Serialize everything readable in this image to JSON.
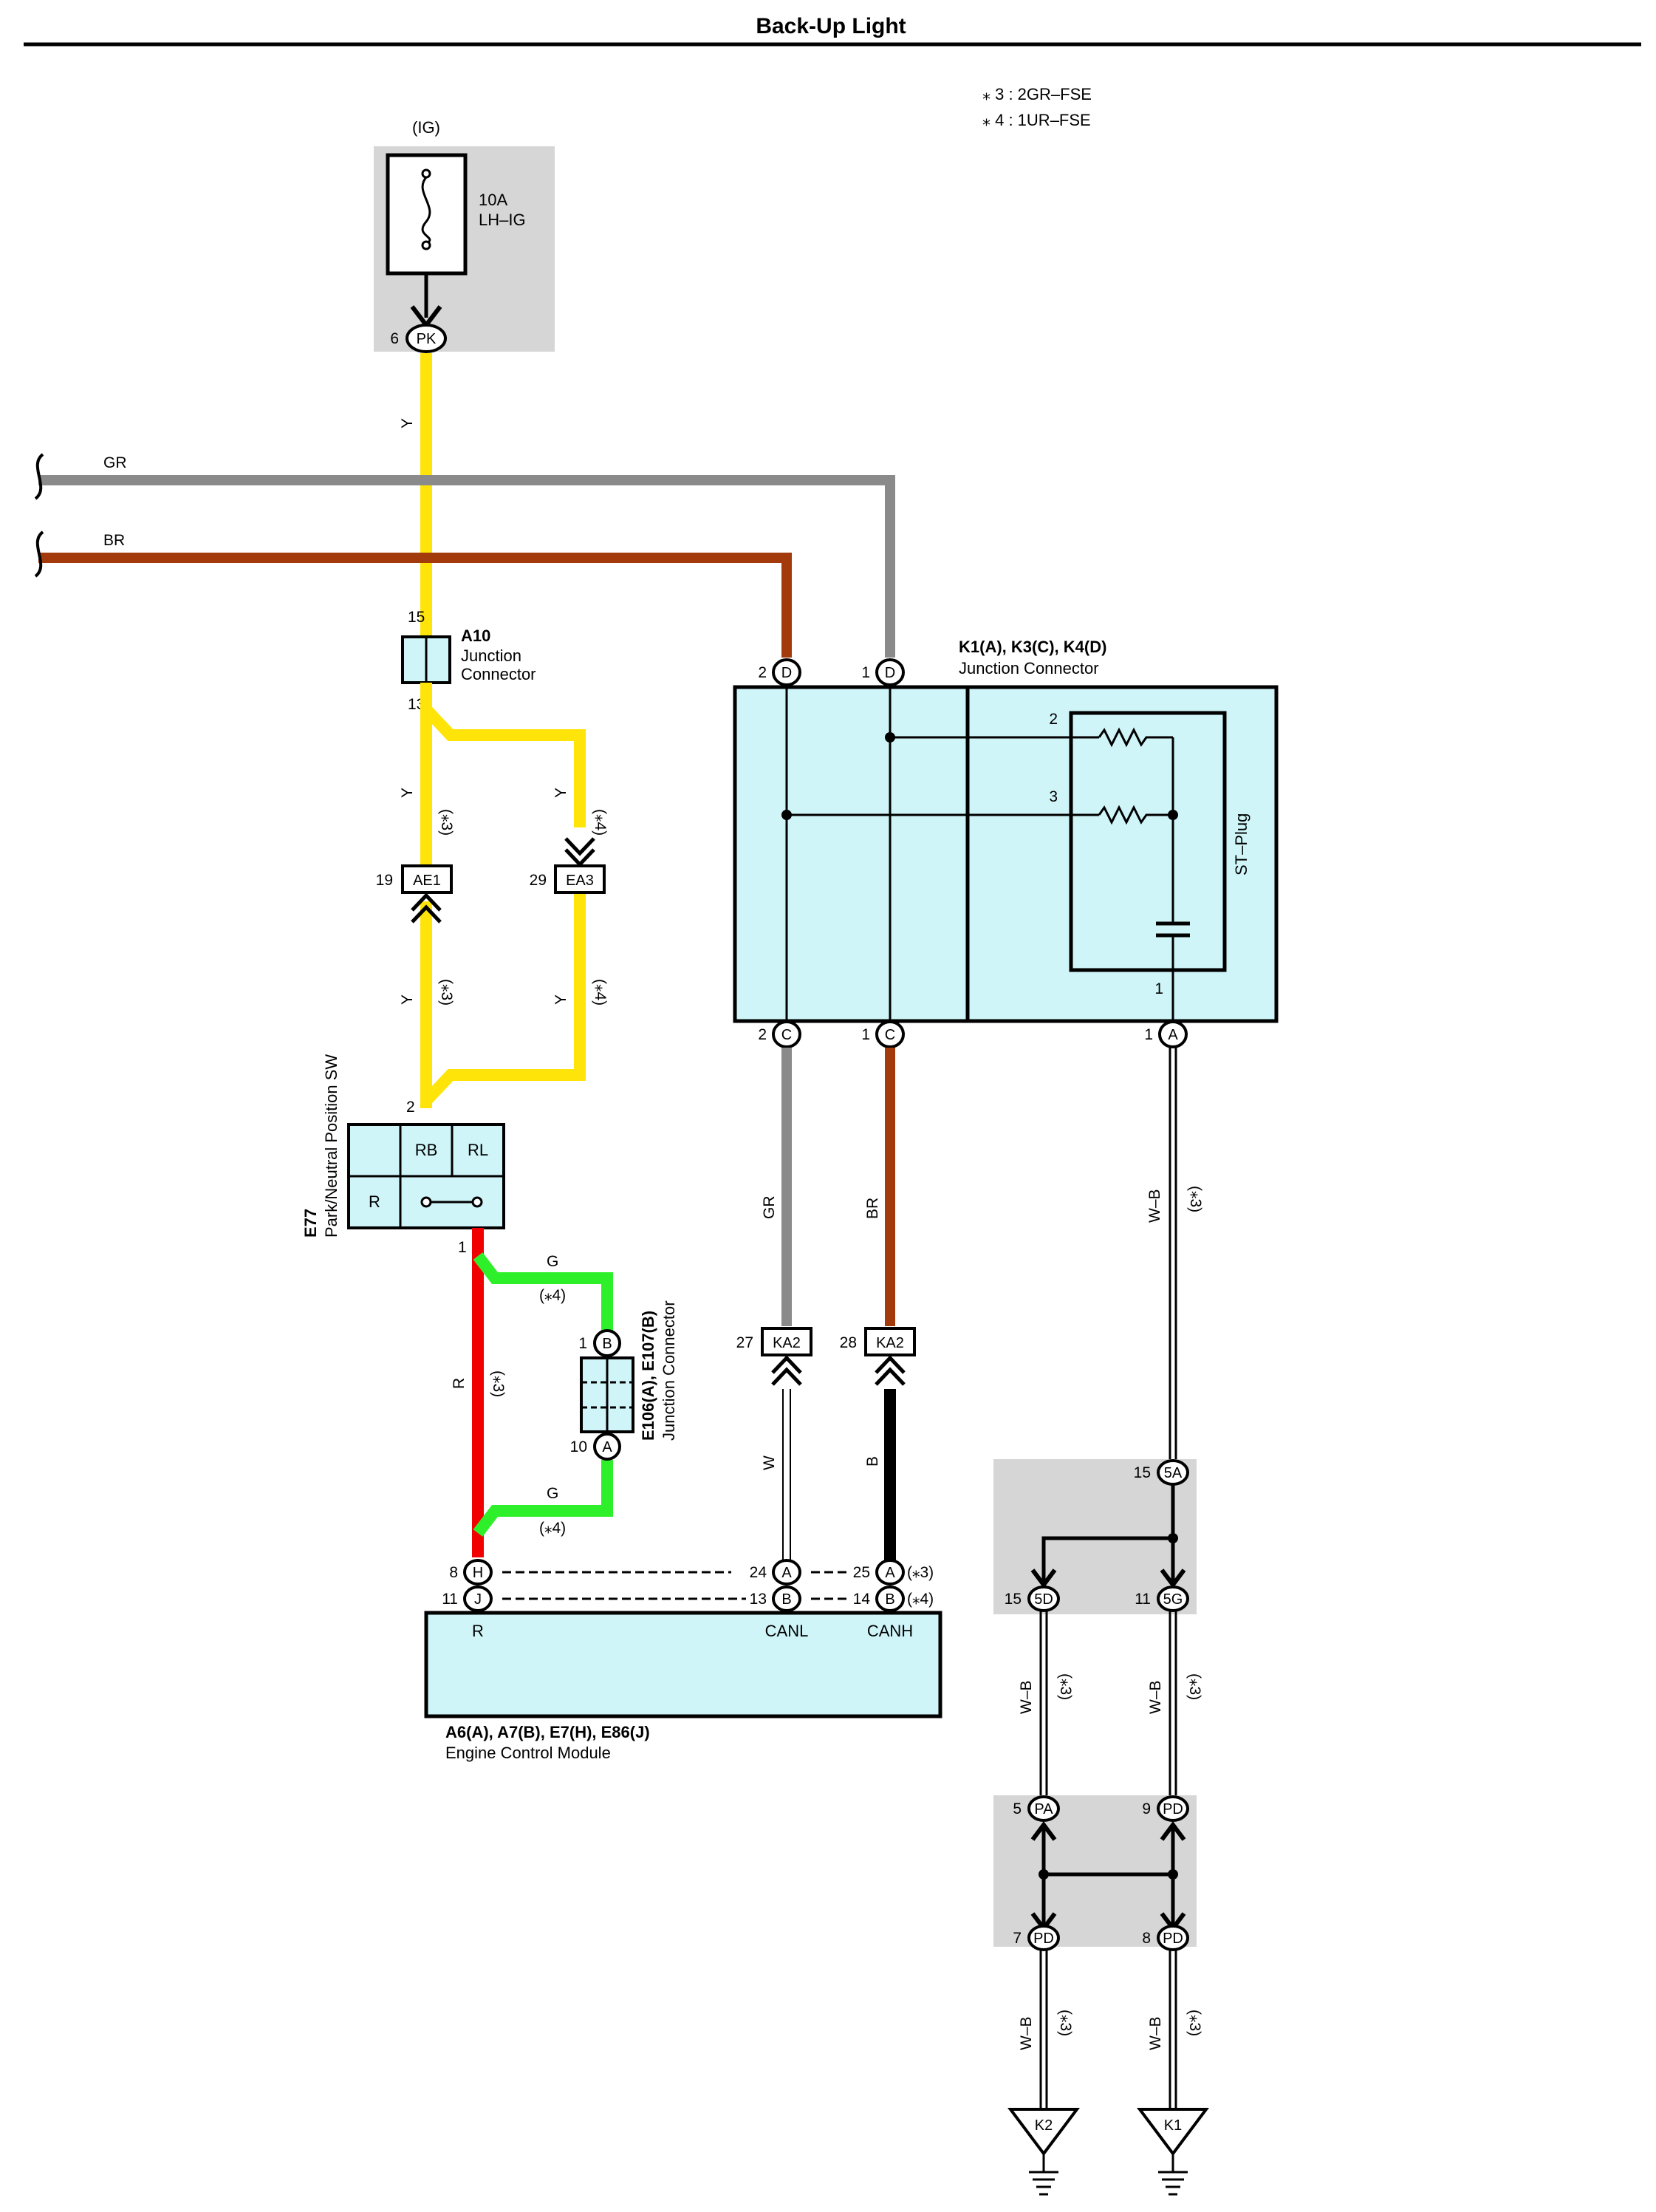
{
  "title": "Back-Up Light",
  "notes": [
    "⁎ 3 : 2GR–FSE",
    "⁎ 4 : 1UR–FSE"
  ],
  "power": {
    "source": "(IG)",
    "fuse_amp": "10A",
    "fuse_name": "LH–IG",
    "pin": "6",
    "conn": "PK"
  },
  "wires": {
    "y": "Y",
    "gr": "GR",
    "br": "BR",
    "g": "G",
    "r": "R",
    "w": "W",
    "b": "B",
    "wb": "W–B",
    "note3": "(⁎3)",
    "note4": "(⁎4)"
  },
  "colors": {
    "Y": "#ffe40a",
    "GR": "#8a8a8a",
    "BR": "#a23a0c",
    "G": "#2ef02a",
    "R": "#f00000",
    "B": "#000000",
    "box": "#cff5f9",
    "shade": "#d6d6d6"
  },
  "a10": {
    "name": "A10",
    "desc1": "Junction",
    "desc2": "Connector",
    "pin_top": "15",
    "pin_bottom": "13"
  },
  "ae1": {
    "pin": "19",
    "label": "AE1"
  },
  "ea3": {
    "pin": "29",
    "label": "EA3"
  },
  "e77": {
    "name": "E77",
    "desc": "Park/Neutral Position SW",
    "pin_top": "2",
    "pin_bottom": "1",
    "rb": "RB",
    "rl": "RL",
    "r": "R"
  },
  "e106": {
    "name": "E106(A), E107(B)",
    "desc": "Junction Connector",
    "pin_b": "1",
    "conn_b": "B",
    "pin_a": "10",
    "conn_a": "A"
  },
  "k1": {
    "name": "K1(A), K3(C), K4(D)",
    "desc": "Junction Connector",
    "stplug": "ST–Plug",
    "pin_d2": "2",
    "pin_d1": "1",
    "conn_d": "D",
    "pin_c2": "2",
    "pin_c1": "1",
    "conn_c": "C",
    "pin_a1": "1",
    "conn_a": "A",
    "inner_2": "2",
    "inner_3": "3",
    "inner_1": "1"
  },
  "ka2": {
    "pin27": "27",
    "pin28": "28",
    "label": "KA2"
  },
  "ecm": {
    "name": "A6(A), A7(B), E7(H), E86(J)",
    "desc": "Engine Control Module",
    "pin8": "8",
    "conn_h": "H",
    "pin11": "11",
    "conn_j": "J",
    "pin24": "24",
    "pin13": "13",
    "conn_a": "A",
    "conn_b": "B",
    "pin25": "25",
    "pin14": "14",
    "r": "R",
    "canl": "CANL",
    "canh": "CANH"
  },
  "j5": {
    "pin15a": "15",
    "c5a": "5A",
    "pin15d": "15",
    "c5d": "5D",
    "pin11": "11",
    "c5g": "5G"
  },
  "jp": {
    "pin5": "5",
    "pa": "PA",
    "pin9": "9",
    "pd": "PD",
    "pin7": "7",
    "pin8": "8"
  },
  "grounds": {
    "k2": "K2",
    "k1": "K1"
  }
}
